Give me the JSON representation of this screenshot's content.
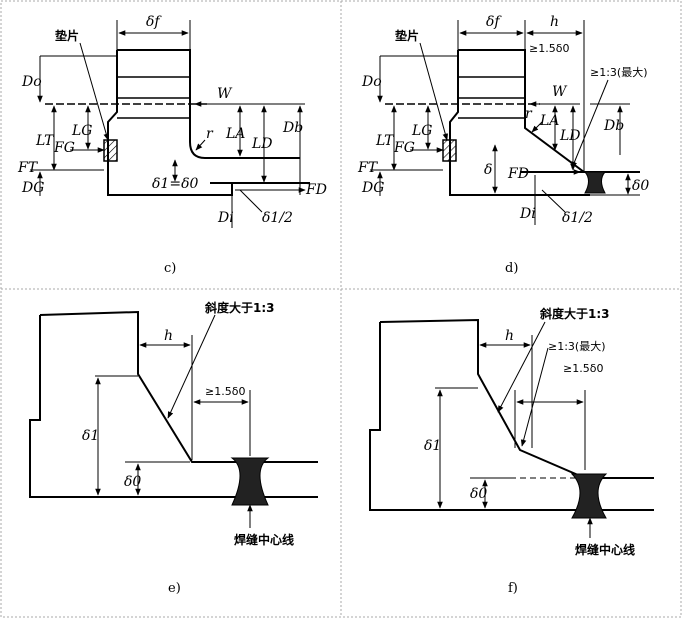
{
  "panels": {
    "c": {
      "caption": "c)",
      "gasket": "垫片",
      "delta_f": "δf",
      "W": "W",
      "r": "r",
      "Do": "Do",
      "LT": "LT",
      "LG": "LG",
      "LA": "LA",
      "LD": "LD",
      "Db": "Db",
      "FG": "FG",
      "FT": "FT",
      "DG": "DG",
      "delta_eq": "δ1=δ0",
      "FD": "FD",
      "Di": "Di",
      "half": "δ1/2"
    },
    "d": {
      "caption": "d)",
      "gasket": "垫片",
      "delta_f": "δf",
      "h": "h",
      "ge": "≥1.5δ0",
      "slope": "≥1:3(最大)",
      "W": "W",
      "r": "r",
      "Do": "Do",
      "LT": "LT",
      "LG": "LG",
      "LA": "LA",
      "LD": "LD",
      "Db": "Db",
      "FG": "FG",
      "FT": "FT",
      "DG": "DG",
      "delta": "δ",
      "FD": "FD",
      "delta0": "δ0",
      "Di": "Di",
      "half": "δ1/2"
    },
    "e": {
      "caption": "e)",
      "slope": "斜度大于1:3",
      "h": "h",
      "ge": "≥1.5δ0",
      "delta1": "δ1",
      "delta0": "δ0",
      "weld": "焊缝中心线"
    },
    "f": {
      "caption": "f)",
      "slope": "斜度大于1:3",
      "h": "h",
      "slope_max": "≥1:3(最大)",
      "ge": "≥1.5δ0",
      "delta1": "δ1",
      "delta0": "δ0",
      "weld": "焊缝中心线"
    }
  }
}
